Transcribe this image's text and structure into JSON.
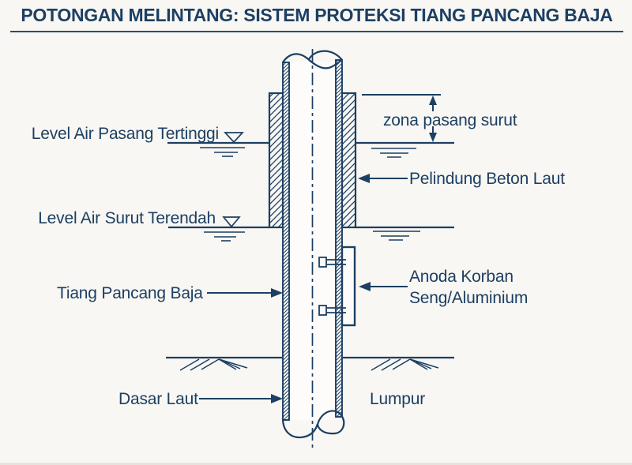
{
  "title": "POTONGAN MELINTANG: SISTEM PROTEKSI TIANG PANCANG BAJA",
  "colors": {
    "ink": "#1c3f63",
    "background": "#f9f7f3",
    "white_fill": "#fdfcfa"
  },
  "diagram": {
    "labels": {
      "high_tide_level": "Level Air Pasang Tertinggi",
      "low_tide_level": "Level Air Surut Terendah",
      "tidal_zone": "zona pasang surut",
      "concrete_protector": "Pelindung Beton Laut",
      "sacrificial_anode_line1": "Anoda Korban",
      "sacrificial_anode_line2": "Seng/Aluminium",
      "steel_pile": "Tiang Pancang Baja",
      "seabed": "Dasar Laut",
      "mud": "Lumpur"
    }
  }
}
